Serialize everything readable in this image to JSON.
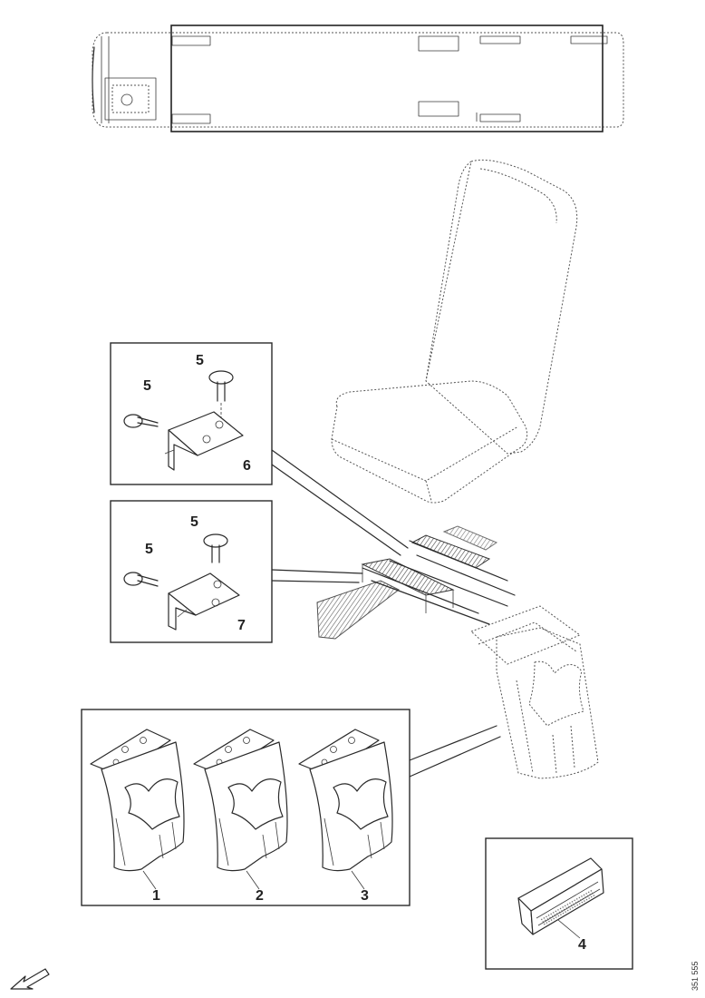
{
  "callouts": {
    "top_box": {
      "screw_left": "5",
      "screw_top": "5",
      "bracket": "6"
    },
    "mid_box": {
      "screw_left": "5",
      "screw_top": "5",
      "bracket": "7"
    },
    "covers": {
      "cover_1": "1",
      "cover_2": "2",
      "cover_3": "3"
    },
    "rail": {
      "rail_part": "4"
    }
  },
  "document_ref": "351 555"
}
